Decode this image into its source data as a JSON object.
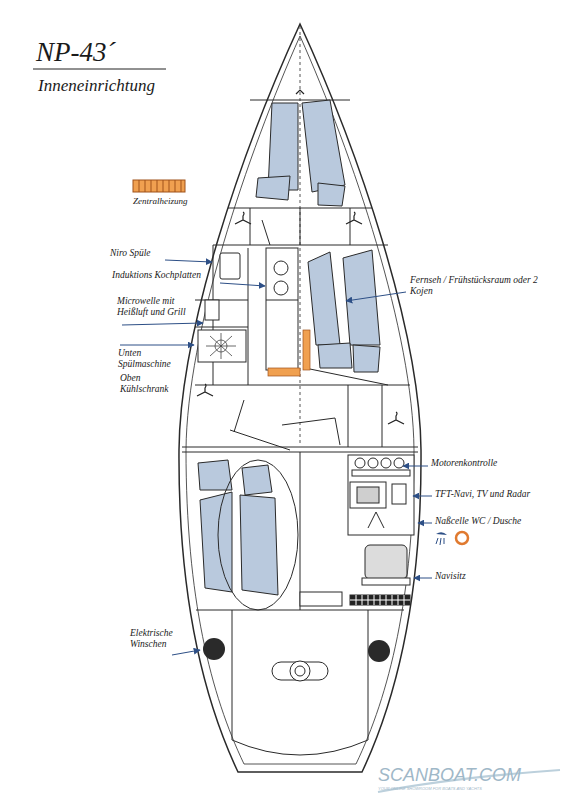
{
  "diagram": {
    "title": "NP-43´",
    "labels": [
      "Inneneinrichtung",
      "Zentralheizung",
      "Niro Spüle",
      "Induktions Kochplatten",
      "Microwelle mit Heißluft und Grill",
      "Unten Spülmaschine",
      "Oben Kühlschrank",
      "Fernseh / Frühstücksraum oder 2 Kojen",
      "Motorenkontrolle",
      "TFT-Navi, TV und Radar",
      "Naßcelle WC / Dusche",
      "Navisitz",
      "Elektrische Winschen",
      "SCANBOAT.COM",
      "YOUR ONLINE SHOWROOM FOR BOATS AND YACHTS"
    ]
  }
}
